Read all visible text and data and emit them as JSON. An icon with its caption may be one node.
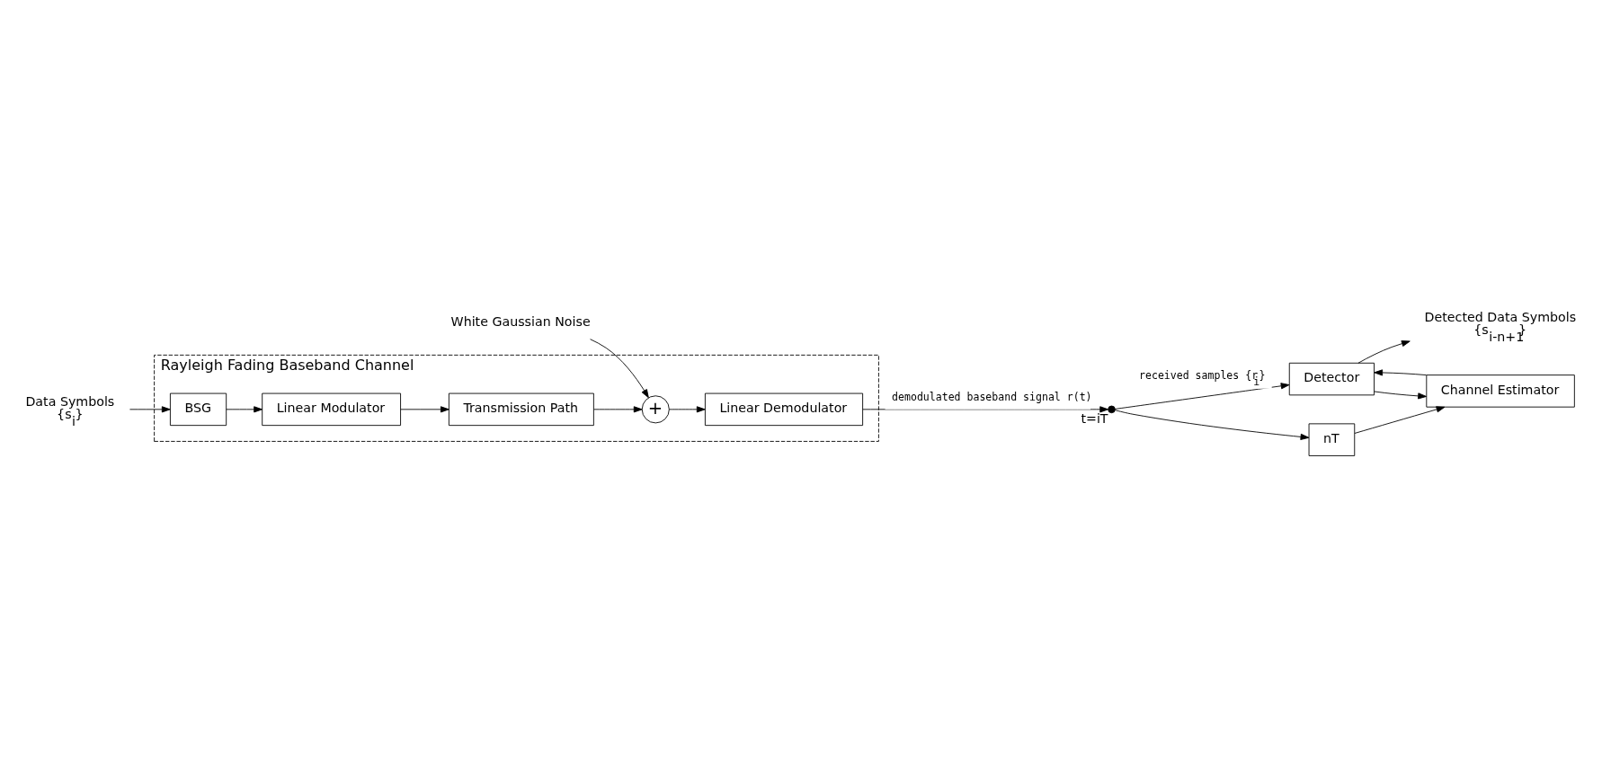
{
  "diagram": {
    "nodes": [
      {
        "text": [
          "Rayleigh Fading Baseband Channel"
        ]
      },
      {
        "text": [
          "BSG"
        ],
        "in": 0
      },
      {
        "text": [
          "Linear Modulator"
        ],
        "in": 0
      },
      {
        "text": [
          "Transmission Path"
        ],
        "in": 0
      },
      {
        "text": [
          "+"
        ],
        "in": 0
      },
      {
        "text": [
          "Linear Demodulator"
        ],
        "in": 0
      },
      {
        "text": [
          "White Gaussian Noise"
        ]
      },
      {
        "text": [
          "Data Symbols",
          "{s$_{i}$}"
        ]
      },
      {
        "text": [],
        "shape": "switch",
        "beside": [
          "t=iT"
        ]
      },
      {
        "text": [
          "Detector"
        ]
      },
      {
        "text": [
          "nT"
        ]
      },
      {
        "text": [
          "Channel Estimator"
        ]
      },
      {
        "text": [
          "Detected Data Symbols",
          "{s$_{i-n+1}$}"
        ]
      }
    ],
    "edges": [
      {
        "from": 7,
        "to": 1,
        "arrow": "to"
      },
      {
        "from": 1,
        "to": 2,
        "arrow": "to"
      },
      {
        "from": 2,
        "to": 3,
        "arrow": "to"
      },
      {
        "from": 3,
        "to": 4,
        "arrow": "to"
      },
      {
        "from": 6,
        "to": 4,
        "arrow": "to"
      },
      {
        "from": 4,
        "to": 5,
        "arrow": "to"
      },
      {
        "from": 5,
        "to": 8,
        "arrow": "to",
        "label": "demodulated baseband signal r(t)"
      },
      {
        "from": 8,
        "to": 9,
        "arrow": "to",
        "label": "received samples {r$_{i}$}"
      },
      {
        "from": 8,
        "to": 10,
        "arrow": "to"
      },
      {
        "from": 9,
        "to": 12,
        "arrow": "to"
      },
      {
        "from": 9,
        "to": 11,
        "arrow": "to"
      },
      {
        "from": 10,
        "to": 11,
        "arrow": "to"
      },
      {
        "from": 11,
        "to": 9,
        "arrow": "to"
      }
    ]
  }
}
